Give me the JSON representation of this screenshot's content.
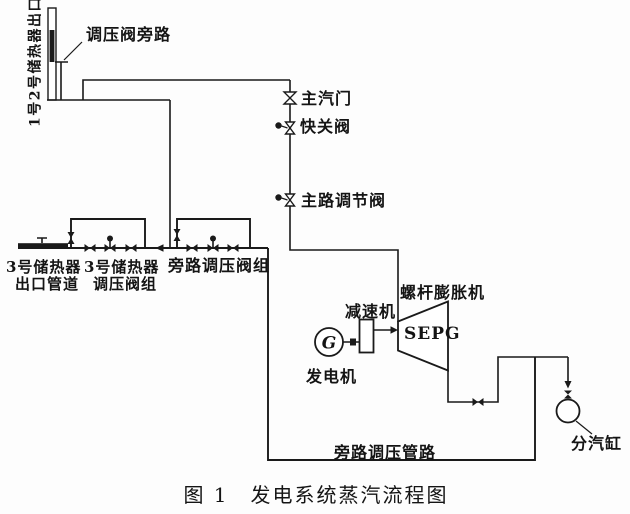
{
  "figure": {
    "caption": "图 1　发电系统蒸汽流程图"
  },
  "labels": {
    "storage12_outlet": "1号2号储热器出口",
    "regulator_bypass": "调压阀旁路",
    "main_steam_valve": "主汽门",
    "quick_close_valve": "快关阀",
    "main_regulating_valve": "主路调节阀",
    "storage3_row1": "3号储热器",
    "storage3_row2": "出口管道",
    "group3_row1": "3号储热器",
    "group3_row2": "调压阀组",
    "bypass_group": "旁路调压阀组",
    "screw_expander": "螺杆膨胀机",
    "sepg": "SEPG",
    "gearbox": "减速机",
    "generator": "发电机",
    "generator_symbol": "G",
    "steam_header": "分汽缸",
    "bypass_line": "旁路调压管路"
  },
  "colors": {
    "line": "#1a1a1a",
    "background": "#ffffff"
  }
}
